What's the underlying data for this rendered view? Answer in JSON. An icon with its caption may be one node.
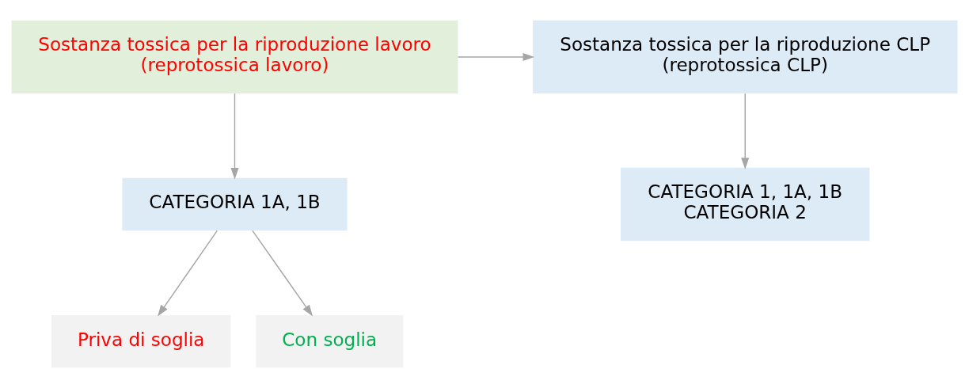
{
  "diagram": {
    "nodes": [
      {
        "text": [
          "Sostanza tossica per la riproduzione lavoro",
          "(reprotossica lavoro)"
        ]
      },
      {
        "text": [
          "Sostanza tossica per la riproduzione CLP",
          "(reprotossica CLP)"
        ]
      },
      {
        "text": [
          "CATEGORIA 1A, 1B"
        ]
      },
      {
        "text": [
          "CATEGORIA 1, 1A, 1B",
          "CATEGORIA 2"
        ]
      },
      {
        "text": [
          "Priva di soglia"
        ]
      },
      {
        "text": [
          "Con soglia"
        ]
      }
    ],
    "edges": [
      {
        "from": 0,
        "to": 1,
        "arrow": "to"
      },
      {
        "from": 0,
        "to": 2,
        "arrow": "to"
      },
      {
        "from": 1,
        "to": 3,
        "arrow": "to"
      },
      {
        "from": 2,
        "to": 4,
        "arrow": "to"
      },
      {
        "from": 2,
        "to": 5,
        "arrow": "to"
      }
    ]
  }
}
